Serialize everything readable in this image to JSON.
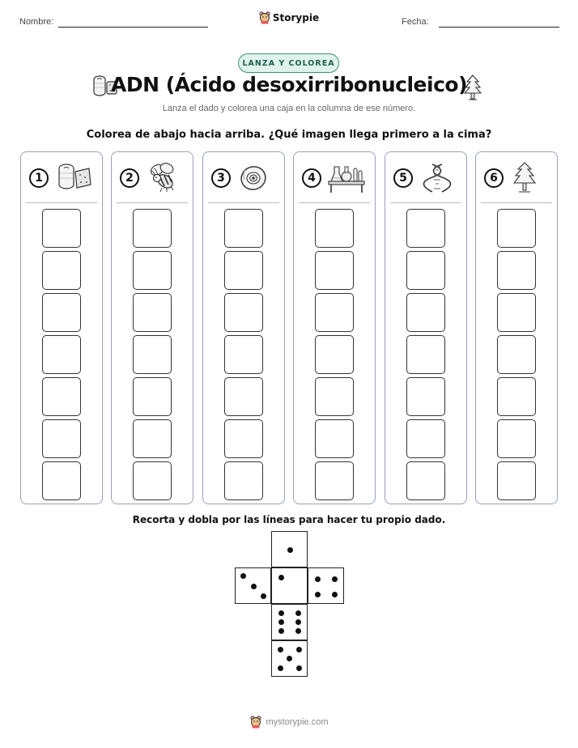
{
  "header": {
    "name_label": "Nombre:",
    "date_label": "Fecha:",
    "brand": "Storypie"
  },
  "badge": "LANZA Y COLOREA",
  "title": "ADN (Ácido desoxirribonucleico)",
  "subtitle": "Lanza el dado y colorea una caja en la columna de ese número.",
  "instruction": "Colorea de abajo hacia arriba. ¿Qué imagen llega primero a la cima?",
  "columns": [
    {
      "number": "1",
      "icon": "toilet-paper-sponge-icon"
    },
    {
      "number": "2",
      "icon": "bee-icon"
    },
    {
      "number": "3",
      "icon": "cell-icon"
    },
    {
      "number": "4",
      "icon": "lab-table-icon"
    },
    {
      "number": "5",
      "icon": "dna-helix-icon"
    },
    {
      "number": "6",
      "icon": "tree-icon"
    }
  ],
  "boxes_per_column": 7,
  "cut_instruction": "Recorta y dobla por las líneas para hacer tu propio dado.",
  "die_faces": [
    1,
    3,
    4,
    6,
    5
  ],
  "footer": "mystorypie.com",
  "colors": {
    "badge_border": "#3c8f7a",
    "badge_bg": "#dff2ec",
    "column_border": "#9aa0b8"
  }
}
